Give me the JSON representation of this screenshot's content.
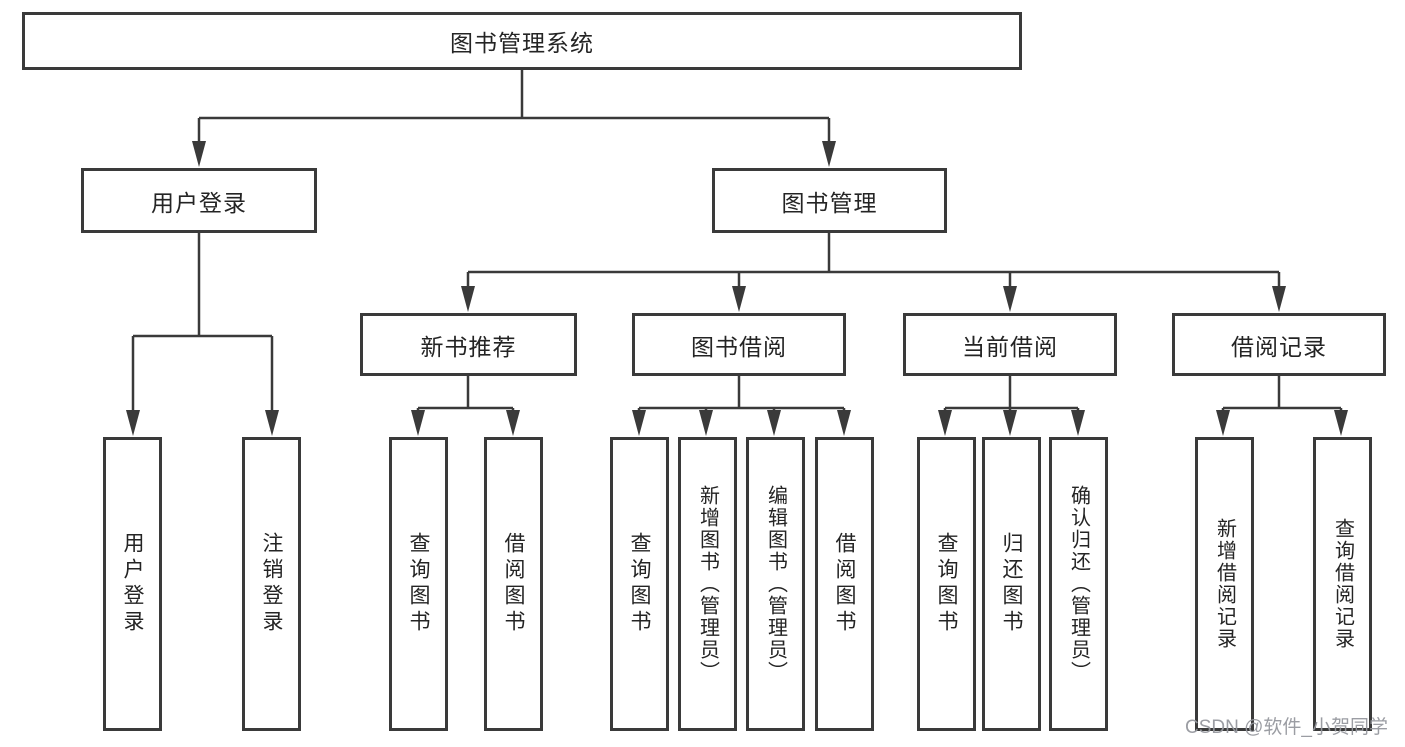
{
  "tree": {
    "root": "图书管理系统",
    "branches": [
      {
        "label": "用户登录",
        "children": [
          "用户登录",
          "注销登录"
        ]
      },
      {
        "label": "图书管理",
        "sections": [
          {
            "label": "新书推荐",
            "children": [
              "查询图书",
              "借阅图书"
            ]
          },
          {
            "label": "图书借阅",
            "children": [
              "查询图书",
              "新增图书（管理员）",
              "编辑图书（管理员）",
              "借阅图书"
            ]
          },
          {
            "label": "当前借阅",
            "children": [
              "查询图书",
              "归还图书",
              "确认归还（管理员）"
            ]
          },
          {
            "label": "借阅记录",
            "children": [
              "新增借阅记录",
              "查询借阅记录"
            ]
          }
        ]
      }
    ]
  },
  "watermark": "CSDN @软件_小贺同学",
  "colors": {
    "line": "#3a3a3a",
    "text": "#242424",
    "background": "#ffffff",
    "watermark": "#96989e"
  }
}
